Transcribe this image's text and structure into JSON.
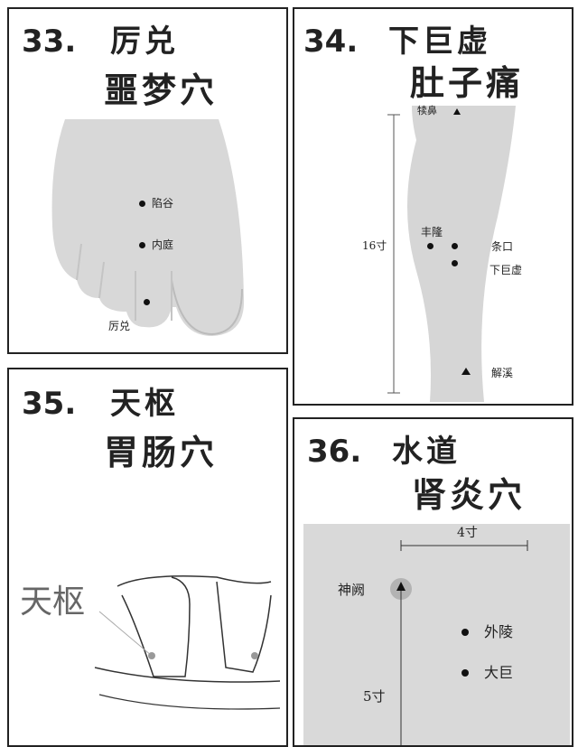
{
  "panels": [
    {
      "number": "33.",
      "name": "厉兑",
      "effect": "噩梦穴",
      "points": [
        "陷谷",
        "内庭",
        "厉兑"
      ]
    },
    {
      "number": "34.",
      "name": "下巨虚",
      "effect": "肚子痛",
      "points": [
        "犊鼻",
        "丰隆",
        "条口",
        "下巨虚",
        "解溪"
      ],
      "measure": "16寸"
    },
    {
      "number": "35.",
      "name": "天枢",
      "effect": "胃肠穴",
      "points": [
        "天枢"
      ]
    },
    {
      "number": "36.",
      "name": "水道",
      "effect": "肾炎穴",
      "points": [
        "神阙",
        "外陵",
        "大巨"
      ],
      "measure_h": "4寸",
      "measure_v": "5寸"
    }
  ]
}
